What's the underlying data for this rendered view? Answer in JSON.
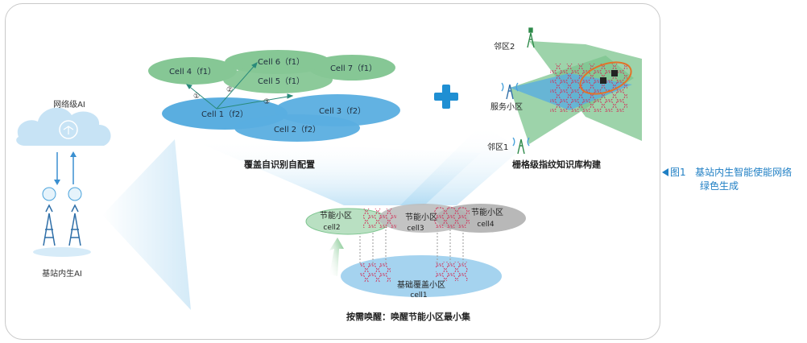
{
  "left_panel": {
    "network_ai_label": "网络级AI",
    "base_station_ai_label": "基站内生AI"
  },
  "coverage": {
    "cells": [
      {
        "id": "cell4",
        "label": "Cell 4（f1）"
      },
      {
        "id": "cell6",
        "label": "Cell 6（f1）"
      },
      {
        "id": "cell7",
        "label": "Cell 7（f1）"
      },
      {
        "id": "cell5",
        "label": "Cell 5（f1）"
      },
      {
        "id": "cell1",
        "label": "Cell 1（f2）"
      },
      {
        "id": "cell3",
        "label": "Cell 3（f2）"
      },
      {
        "id": "cell2",
        "label": "Cell 2（f2）"
      }
    ],
    "arrow_markers": [
      "①",
      "②",
      "③"
    ],
    "title": "覆盖自识别自配置"
  },
  "fingerprint": {
    "neighbor2": "邻区2",
    "serving": "服务小区",
    "neighbor1": "邻区1",
    "title": "栅格级指纹知识库构建"
  },
  "wakeup": {
    "energy_cell_label": "节能小区",
    "cell2": "cell2",
    "cell3": "cell3",
    "cell4": "cell4",
    "base_label": "基础覆盖小区",
    "base_cell": "cell1",
    "title": "按需唤醒：唤醒节能小区最小集"
  },
  "caption": {
    "fig": "图1",
    "line1": "基站内生智能使能网络",
    "line2": "绿色生成"
  },
  "colors": {
    "green_ellipse": "#86c795",
    "blue_ellipse": "#5aaee0",
    "gray_ellipse": "#b9b9b9",
    "plus": "#1f8fd3",
    "caption": "#1f7fc4",
    "hex": "#d0325a"
  }
}
